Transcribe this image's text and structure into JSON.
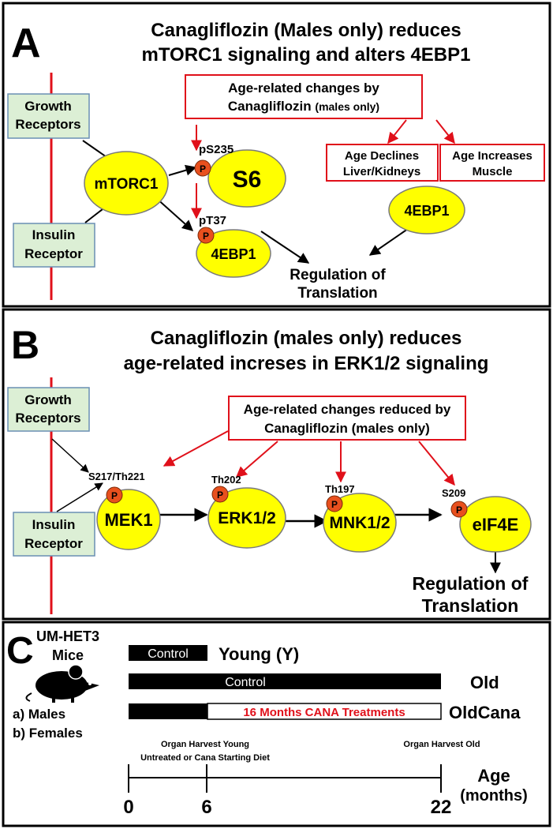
{
  "colors": {
    "node_fill": "#ffff00",
    "node_stroke": "#7a7a7a",
    "phospho_fill": "#e8501e",
    "receptor_fill": "#dcefd5",
    "receptor_stroke": "#6a8fb3",
    "accent_red": "#e0101a",
    "membrane": "#e0101a",
    "frame": "#000000"
  },
  "panel_a": {
    "letter": "A",
    "title_line1": "Canagliflozin (Males only) reduces",
    "title_line2": "mTORC1 signaling and alters 4EBP1",
    "receptor_growth_l1": "Growth",
    "receptor_growth_l2": "Receptors",
    "receptor_insulin_l1": "Insulin",
    "receptor_insulin_l2": "Receptor",
    "node_mtorc1": "mTORC1",
    "node_s6": "S6",
    "node_4ebp1_p": "4EBP1",
    "node_4ebp1_free": "4EBP1",
    "site_s6": "pS235",
    "site_4ebp1": "pT37",
    "phospho": "P",
    "box_age_l1": "Age-related changes by",
    "box_age_l2_a": "Canagliflozin",
    "box_age_l2_b": "(males only)",
    "box_decline_l1": "Age Declines",
    "box_decline_l2": "Liver/Kidneys",
    "box_increase_l1": "Age Increases",
    "box_increase_l2": "Muscle",
    "output_l1": "Regulation of",
    "output_l2": "Translation"
  },
  "panel_b": {
    "letter": "B",
    "title_line1": "Canagliflozin (males only) reduces",
    "title_line2": "age-related increses in ERK1/2 signaling",
    "receptor_growth_l1": "Growth",
    "receptor_growth_l2": "Receptors",
    "receptor_insulin_l1": "Insulin",
    "receptor_insulin_l2": "Receptor",
    "box_age_l1": "Age-related changes reduced by",
    "box_age_l2": "Canagliflozin (males only)",
    "node_mek1": "MEK1",
    "node_erk": "ERK1/2",
    "node_mnk": "MNK1/2",
    "node_eif4e": "eIF4E",
    "site_mek1": "S217/Th221",
    "site_erk": "Th202",
    "site_mnk": "Th197",
    "site_eif4e": "S209",
    "phospho": "P",
    "output_l1": "Regulation of",
    "output_l2": "Translation"
  },
  "panel_c": {
    "letter": "C",
    "strain_l1": "UM-HET3",
    "strain_l2": "Mice",
    "mouse_icon": "mouse-icon",
    "sex_a": "a) Males",
    "sex_b": "b) Females",
    "bar_young_label": "Control",
    "group_young": "Young (Y)",
    "bar_old_label": "Control",
    "group_old": "Old",
    "bar_cana_label": "16 Months CANA Treatments",
    "group_cana": "OldCana",
    "note_6_l1": "Organ Harvest Young",
    "note_6_l2": "Untreated or Cana Starting Diet",
    "note_22": "Organ Harvest Old",
    "tick_0": "0",
    "tick_6": "6",
    "tick_22": "22",
    "axis_l1": "Age",
    "axis_l2": "(months)"
  }
}
